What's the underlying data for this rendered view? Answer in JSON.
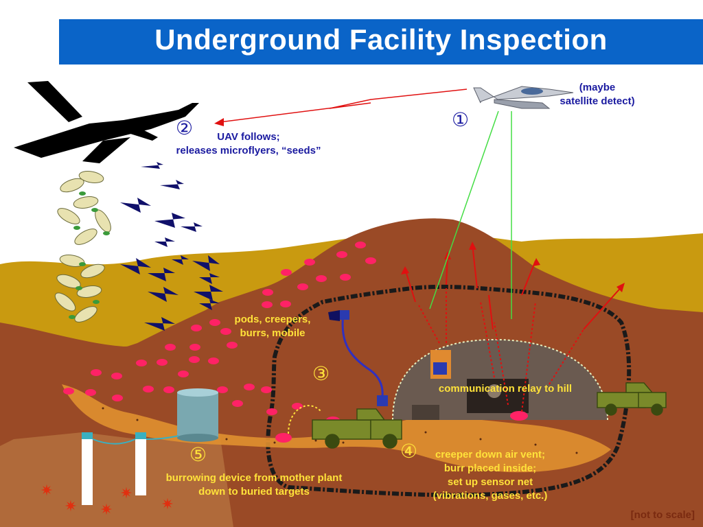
{
  "title": "Underground Facility Inspection",
  "labels": {
    "satellite": "(maybe\nsatellite detect)",
    "satellite_l1": "(maybe",
    "satellite_l2": "satellite detect)",
    "uav_l1": "UAV follows;",
    "uav_l2": "releases microflyers, “seeds”",
    "pods_l1": "pods, creepers,",
    "pods_l2": "burrs, mobile",
    "relay": "communication relay to hill",
    "creeper_l1": "creeper down air vent;",
    "creeper_l2": "burr placed inside;",
    "creeper_l3": "set up sensor net",
    "creeper_l4": "(vibrations, gases, etc.)",
    "burrow_l1": "burrowing device from mother plant",
    "burrow_l2": "down to buried targets",
    "not_to_scale": "[not to scale]"
  },
  "step_numbers": {
    "one": "①",
    "two": "②",
    "three": "③",
    "four": "④",
    "five": "⑤"
  },
  "colors": {
    "title_bg": "#0a64c8",
    "sky": "#ffffff",
    "far_hills": "#c99a10",
    "ground": "#9a4a26",
    "hill": "#a85a34",
    "label_blue": "#1a1aa0",
    "label_yellow": "#ffe23a",
    "seed_pink": "#ff2266",
    "signal_red": "#e01010",
    "signal_green": "#44dd44",
    "truck_green": "#7a8a2a"
  }
}
